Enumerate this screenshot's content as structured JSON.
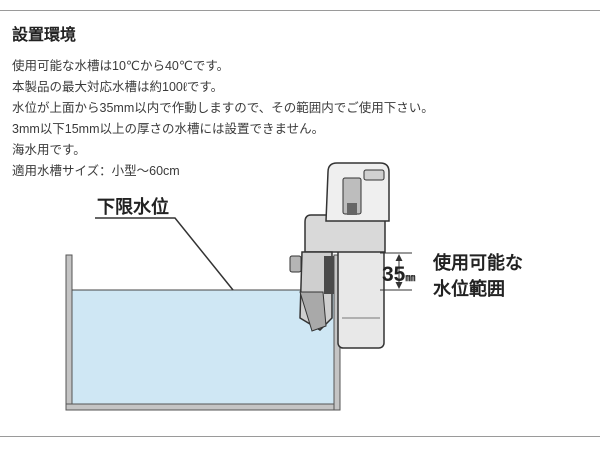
{
  "section": {
    "title": "設置環境",
    "lines": [
      "使用可能な水槽は10℃から40℃です。",
      "本製品の最大対応水槽は約100ℓです。",
      "水位が上面から35mm以内で作動しますので、その範囲内でご使用下さい。",
      "3mm以下15mm以上の厚さの水槽には設置できません。",
      "海水用です。",
      "適用水槽サイズ：小型～60cm"
    ]
  },
  "figure": {
    "min_level_label": "下限水位",
    "range_value": "35",
    "range_unit": "㎜",
    "range_label_line1": "使用可能な",
    "range_label_line2": "水位範囲"
  },
  "colors": {
    "water": "#cfe7f4",
    "tank_wall": "#b9b9b9",
    "outline": "#333333",
    "divider": "#9a9a9a"
  }
}
